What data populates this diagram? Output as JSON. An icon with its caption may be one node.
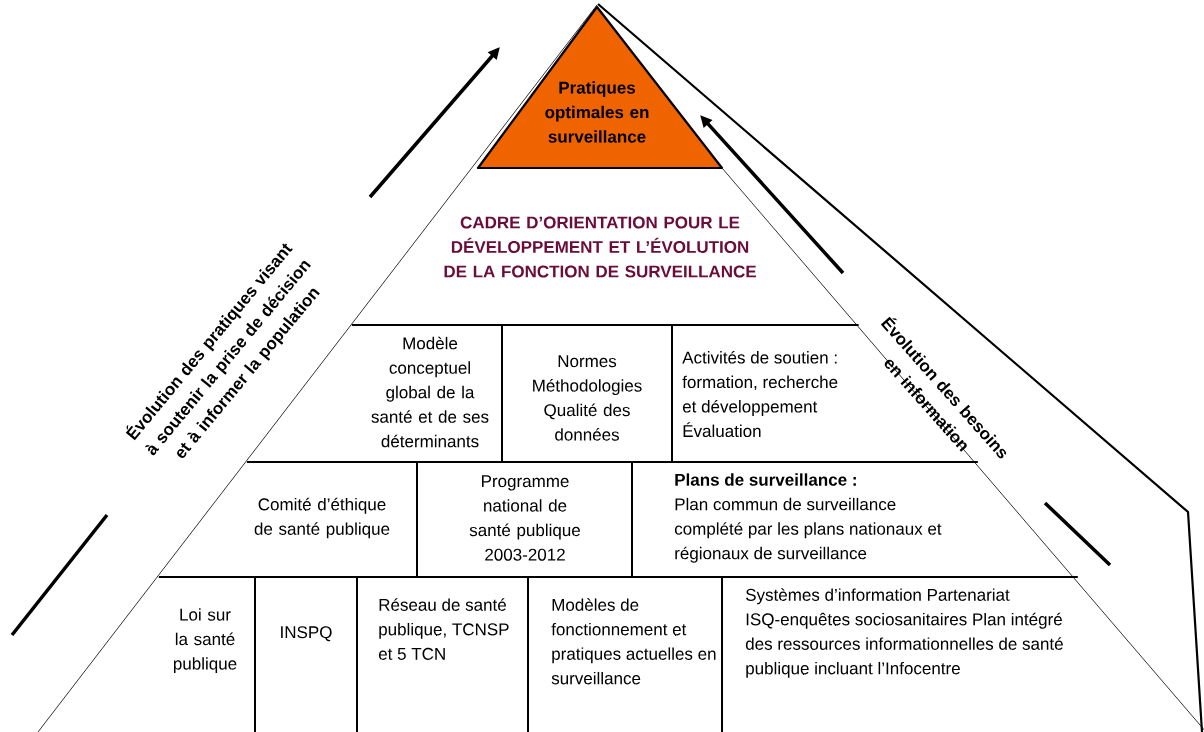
{
  "diagram": {
    "nodes": [
      {
        "text": [
          "Pratiques optimales en surveillance"
        ]
      },
      {
        "text": [
          "CADRE D’ORIENTATION POUR LE DÉVELOPPEMENT ET L’ÉVOLUTION DE LA FONCTION DE SURVEILLANCE"
        ]
      },
      {
        "text": [
          "Modèle conceptuel global de la santé et de ses déterminants"
        ]
      },
      {
        "text": [
          "Normes Méthodologies Qualité des données"
        ]
      },
      {
        "text": [
          "Activités de soutien : formation, recherche et développement Évaluation"
        ]
      },
      {
        "text": [
          "Comité d’éthique de santé publique"
        ]
      },
      {
        "text": [
          "Programme national de santé publique 2003-2012"
        ]
      },
      {
        "text": [
          "Plans de surveillance :",
          "Plan commun de surveillance complété par les plans nationaux et régionaux de surveillance"
        ]
      },
      {
        "text": [
          "Loi sur la santé publique"
        ]
      },
      {
        "text": [
          "INSPQ"
        ]
      },
      {
        "text": [
          "Réseau de santé publique, TCNSP et 5 TCN"
        ]
      },
      {
        "text": [
          "Modèles de fonctionnement et pratiques actuelles en surveillance"
        ]
      },
      {
        "text": [
          "Systèmes d’information Partenariat ISQ-enquêtes sociosanitaires Plan intégré des ressources informationnelles de santé publique incluant l’Infocentre"
        ]
      }
    ],
    "labels": [
      "Évolution des pratiques visant à soutenir la prise de décision et à informer la population",
      "Évolution des besoins en information"
    ]
  }
}
